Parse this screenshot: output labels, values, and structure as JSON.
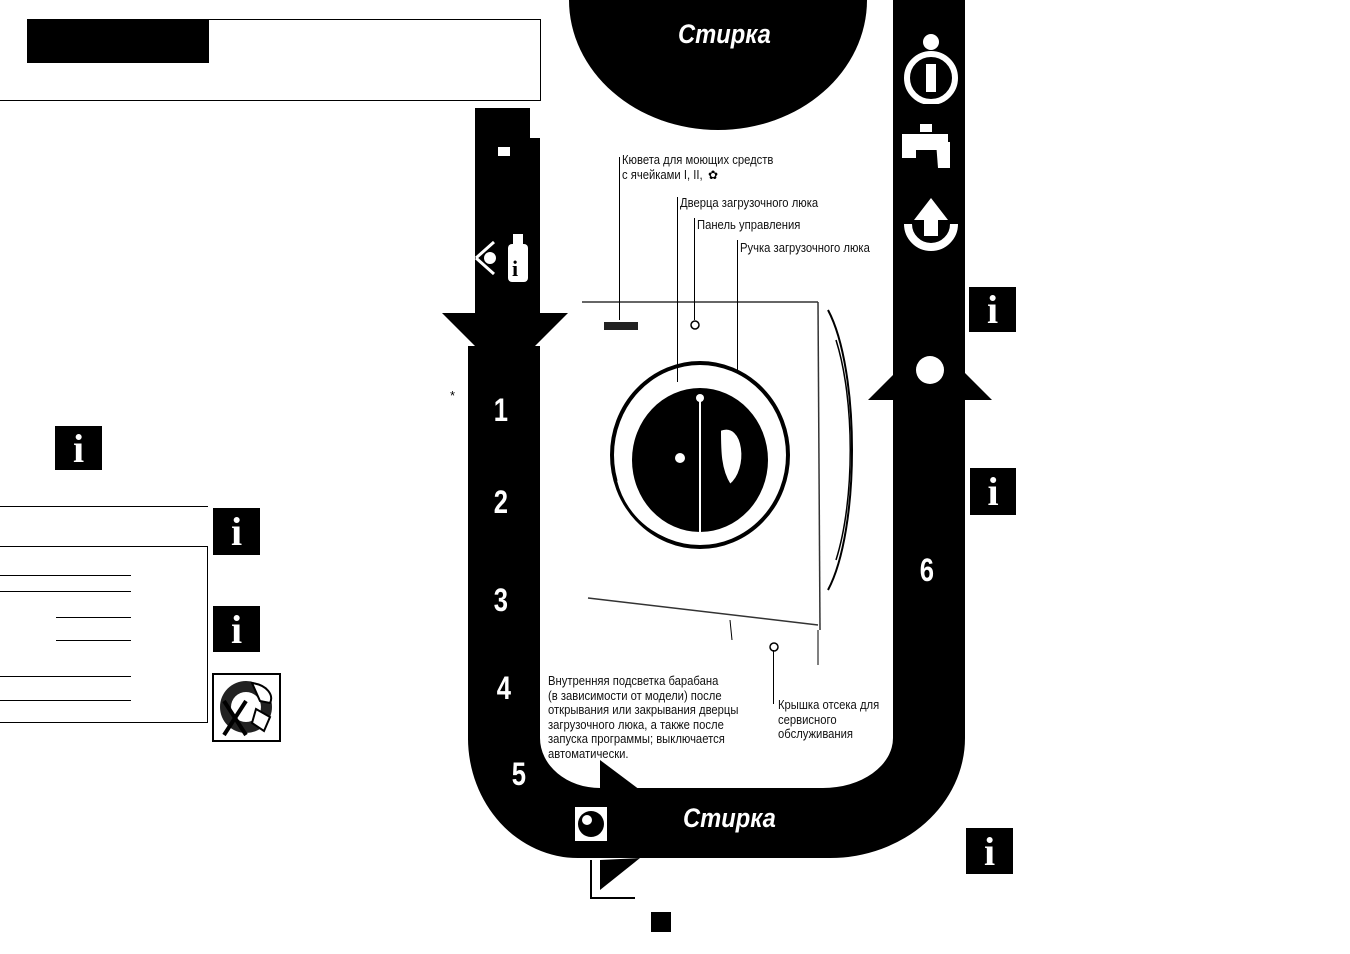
{
  "page": {
    "heading_top": "Стирка",
    "heading_bottom": "Стирка",
    "steps": [
      "1",
      "2",
      "3",
      "4",
      "5",
      "6"
    ],
    "info_symbol": "i",
    "star_mark": "*"
  },
  "labels": {
    "detergent_drawer": "Кювета для моющих средств\nс ячейками I, II,",
    "door": "Дверца загрузочного люка",
    "control_panel": "Панель управления",
    "door_handle": "Ручка загрузочного люка",
    "drum_light": "Внутренняя подсветка барабана\n(в зависимости от модели) после\nоткрывания или закрывания дверцы\nзагрузочного люка, а также после\nзапуска программы; выключается\nавтоматически.",
    "service_cover": "Крышка отсека для\nсервисного\nобслуживания"
  },
  "icons": {
    "info": "info-icon",
    "eye_bottle": "eye-detergent-icon",
    "tap": "water-tap-icon",
    "up_arrow": "up-arrow-icon",
    "info_circle": "info-circle-icon",
    "flower": "fabric-softener-flower-icon",
    "drum": "drum-icon",
    "warning": "no-hands-warning-icon"
  }
}
